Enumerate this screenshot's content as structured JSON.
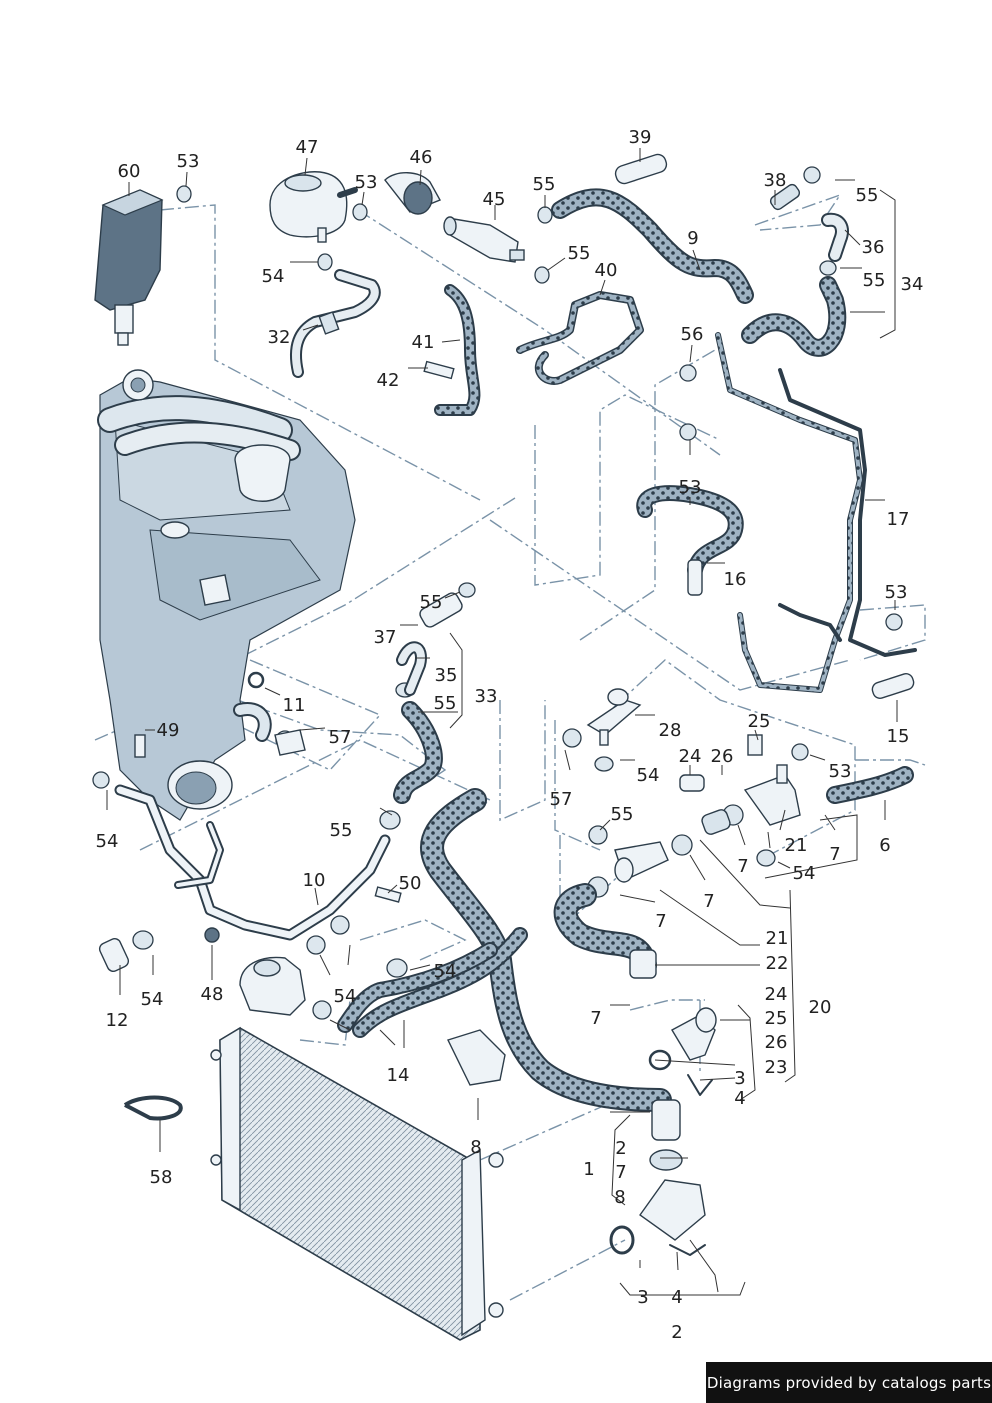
{
  "footer": {
    "text": "Diagrams provided by catalogs parts"
  },
  "colors": {
    "hose_fill": "#9fb3c3",
    "hose_dots": "#2d3d4a",
    "engine": "#b7c8d6",
    "line": "#2d3d4a"
  },
  "labels": [
    "60",
    "53",
    "47",
    "53",
    "46",
    "45",
    "55",
    "39",
    "38",
    "55",
    "36",
    "55",
    "34",
    "54",
    "32",
    "41",
    "42",
    "55",
    "40",
    "9",
    "56",
    "53",
    "17",
    "16",
    "53",
    "55",
    "37",
    "35",
    "33",
    "55",
    "11",
    "57",
    "49",
    "28",
    "57",
    "54",
    "25",
    "24",
    "26",
    "53",
    "15",
    "6",
    "55",
    "54",
    "55",
    "10",
    "50",
    "21",
    "7",
    "54",
    "7",
    "7",
    "7",
    "21",
    "22",
    "20",
    "24",
    "25",
    "26",
    "23",
    "12",
    "54",
    "48",
    "54",
    "54",
    "14",
    "7",
    "3",
    "4",
    "1",
    "2",
    "7",
    "8",
    "8",
    "58",
    "3",
    "4",
    "2"
  ]
}
